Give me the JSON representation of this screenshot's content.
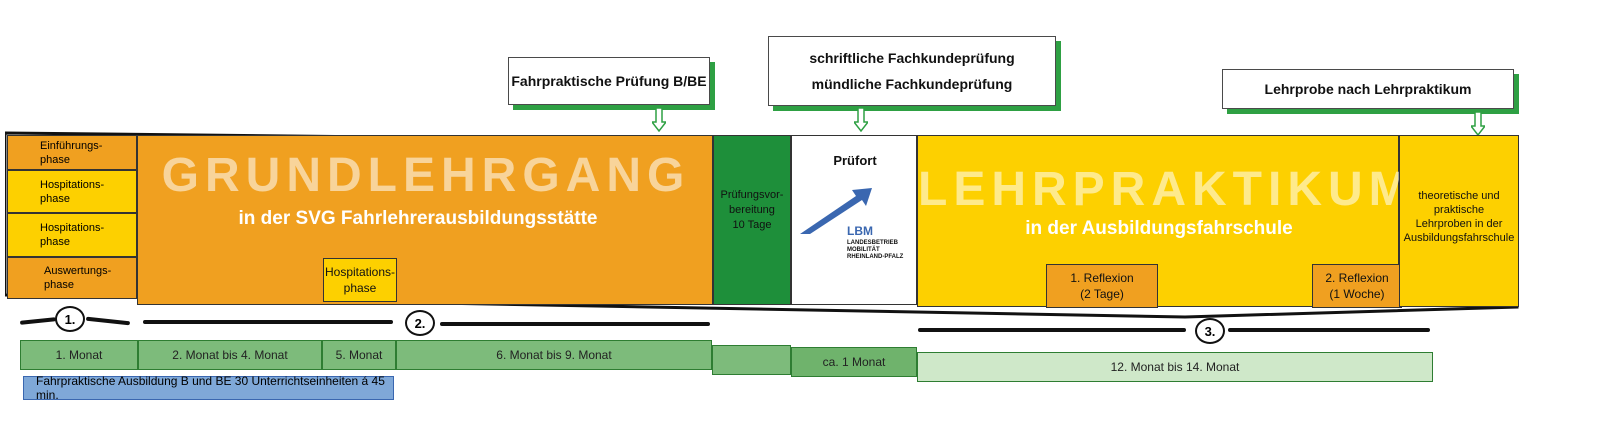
{
  "callouts": {
    "c1": "Fahrpraktische Prüfung B/BE",
    "c2a": "schriftliche Fachkundeprüfung",
    "c2b": "mündliche Fachkundeprüfung",
    "c3": "Lehrprobe nach Lehrpraktikum"
  },
  "phases": [
    "Einführungs-\nphase",
    "Hospitations-\nphase",
    "Hospitations-\nphase",
    "Auswertungs-\nphase"
  ],
  "grundlehrgang": {
    "title": "GRUNDLEHRGANG",
    "subtitle": "in der SVG Fahrlehrerausbildungsstätte",
    "hospitation": "Hospitations-\nphase"
  },
  "pruefung": {
    "label": "Prüfungsvor-\nbereitung\n10 Tage"
  },
  "pruefort": {
    "title": "Prüfort",
    "logo_text": "LBM",
    "logo_sub": "LANDESBETRIEB\nMOBILITÄT\nRHEINLAND-PFALZ"
  },
  "lehrpraktikum": {
    "title": "LEHRPRAKTIKUM",
    "subtitle": "in der Ausbildungsfahrschule",
    "reflexion1": "1. Reflexion\n(2 Tage)",
    "reflexion2": "2. Reflexion\n(1 Woche)",
    "side": "theoretische und\npraktische\nLehrproben in der\nAusbildungsfahrschule"
  },
  "markers": [
    "1.",
    "2.",
    "3."
  ],
  "timeline": {
    "t1": "1. Monat",
    "t2": "2. Monat bis 4. Monat",
    "t3": "5. Monat",
    "t4": "6. Monat bis 9. Monat",
    "t5": "ca. 1 Monat",
    "t6": "12. Monat bis 14. Monat"
  },
  "note": "Fahrpraktische Ausbildung B und BE 30 Unterrichtseinheiten á 45 min.",
  "colors": {
    "orange": "#f0a020",
    "yellow": "#fdd000",
    "green": "#1e8f3a",
    "tl_green": "#7dbb7b",
    "tl_light": "#cfe8c9",
    "note_blue": "#7fa8d8"
  }
}
